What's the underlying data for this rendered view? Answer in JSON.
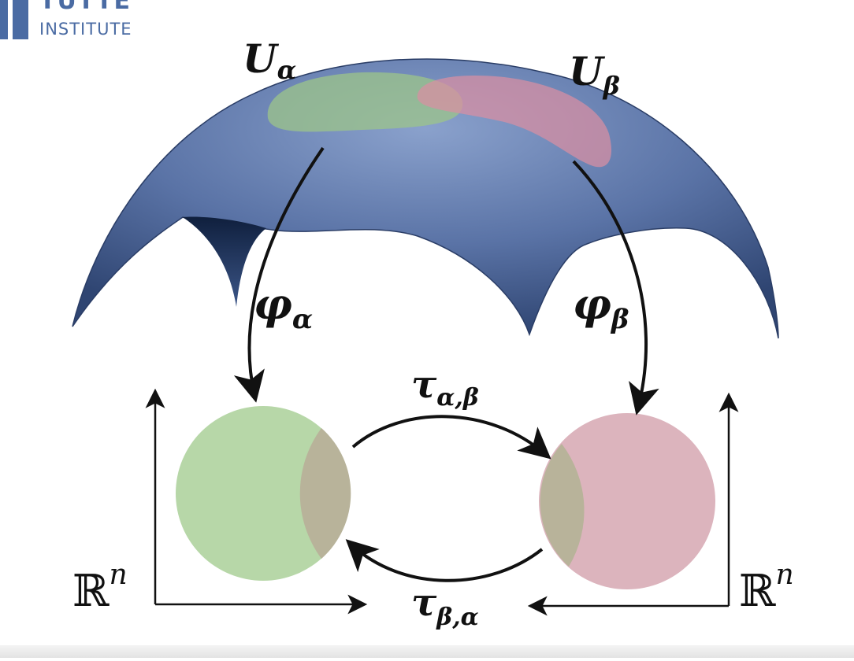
{
  "logo": {
    "line1": "TUTTE",
    "line2": "INSTITUTE"
  },
  "labels": {
    "u_alpha": {
      "main": "U",
      "sub": "α"
    },
    "u_beta": {
      "main": "U",
      "sub": "β"
    },
    "phi_alpha": {
      "main": "φ",
      "sub": "α"
    },
    "phi_beta": {
      "main": "φ",
      "sub": "β"
    },
    "tau_ab": {
      "main": "τ",
      "sub": "α,β"
    },
    "tau_ba": {
      "main": "τ",
      "sub": "β,α"
    },
    "rn_left": {
      "main": "ℝ",
      "sup": "n"
    },
    "rn_right": {
      "main": "ℝ",
      "sup": "n"
    }
  },
  "colors": {
    "manifold": "#5a73a6",
    "manifold_edge": "#2a3d66",
    "green": "#b7d7a8",
    "pink": "#dcb4bd",
    "overlap": "#b8b39a",
    "arrow": "#111111"
  }
}
